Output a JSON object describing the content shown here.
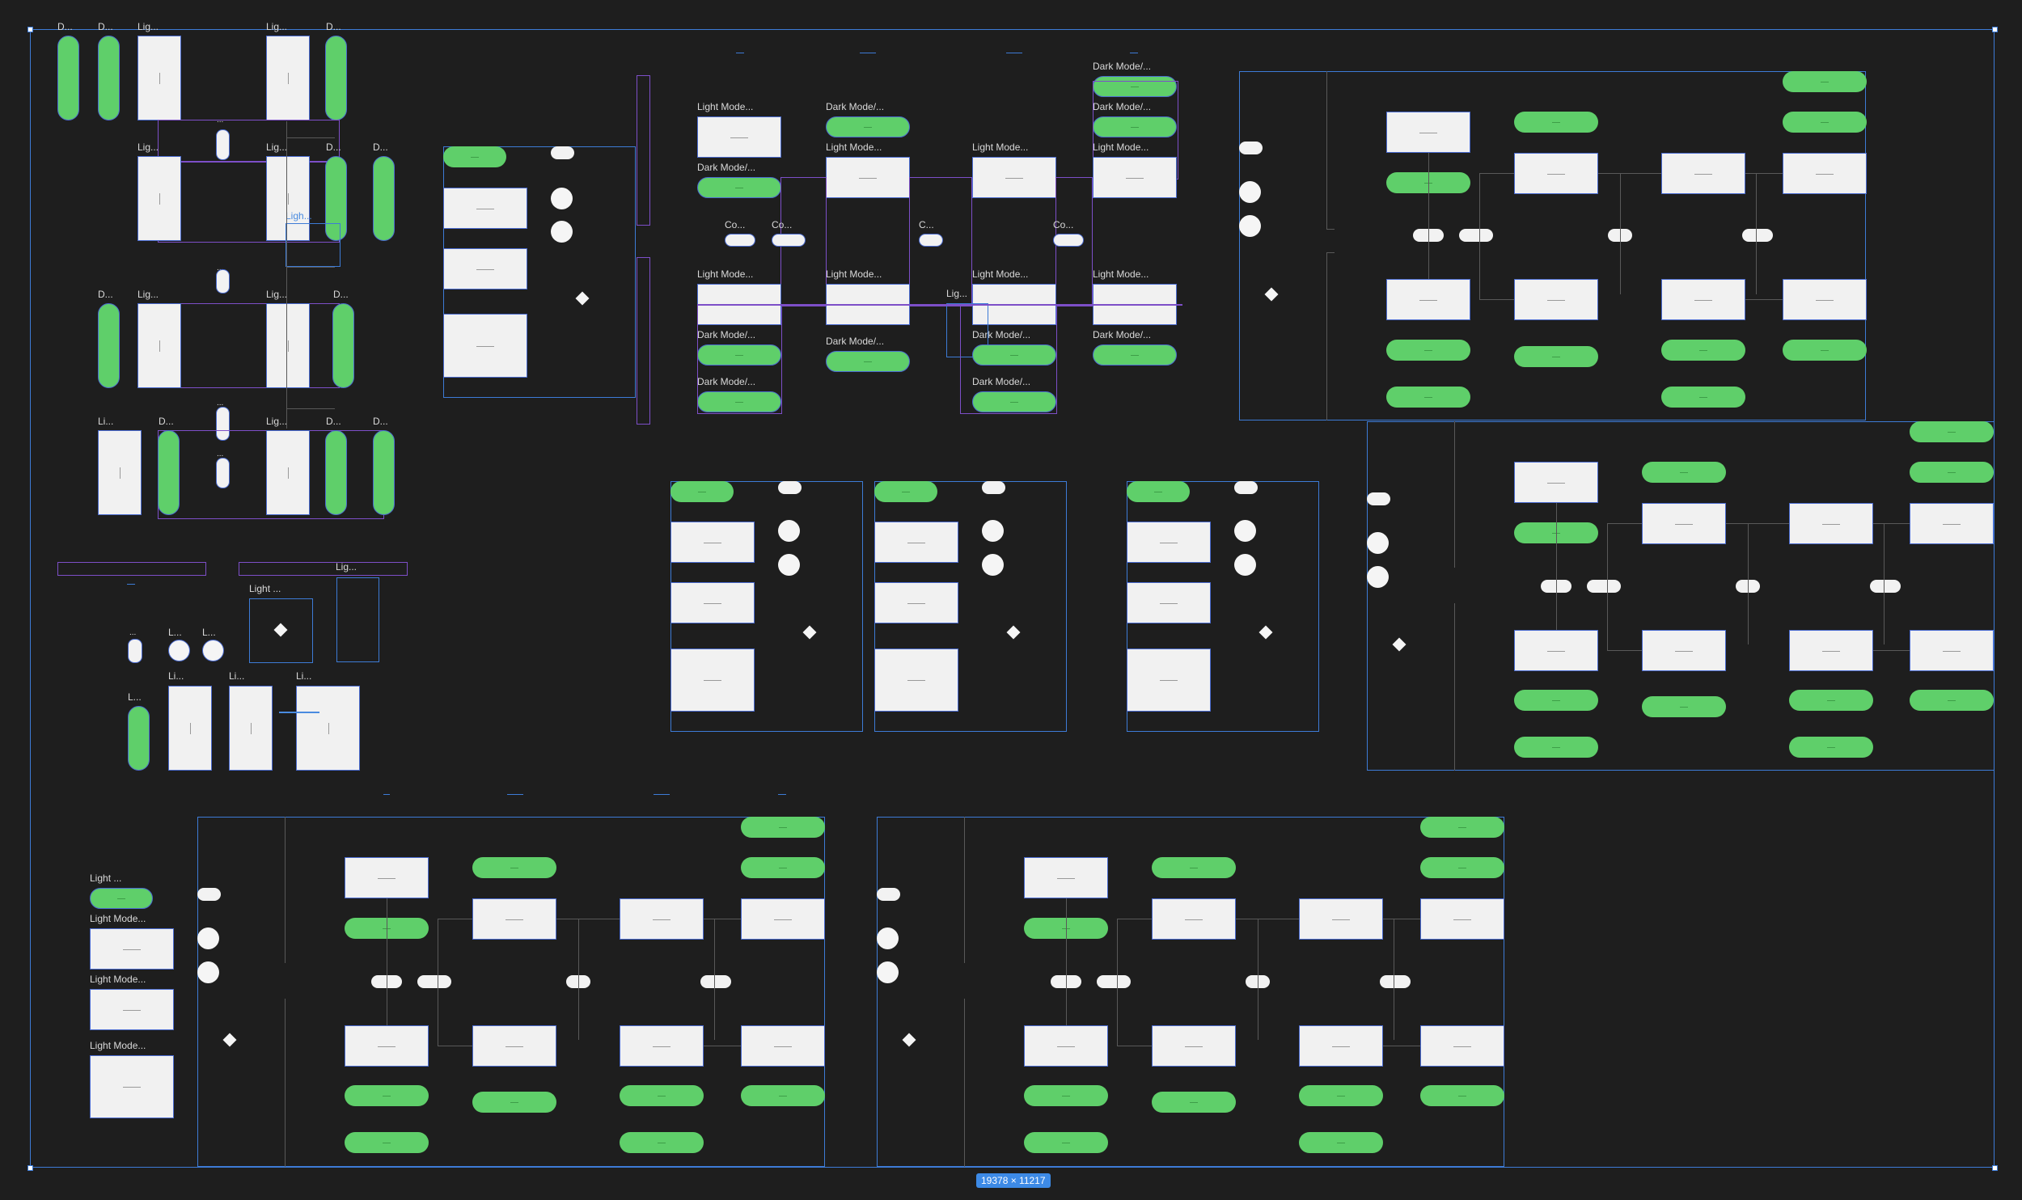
{
  "canvas": {
    "selection_size": "19378 × 11217"
  },
  "left_panel": {
    "labels": [
      "D...",
      "D...",
      "Lig...",
      "Lig...",
      "D...",
      "...",
      "Lig...",
      "Lig...",
      "D...",
      "D...",
      "Ligh...",
      "...",
      "D...",
      "Lig...",
      "Lig...",
      "D...",
      "...",
      "Li...",
      "D...",
      "...",
      "Lig...",
      "D...",
      "D..."
    ],
    "lower_labels": [
      "Lig...",
      "Light ...",
      "...",
      "...",
      "L...",
      "L...",
      "Li...",
      "Li...",
      "Li...",
      "L..."
    ]
  },
  "middle_top": {
    "labels": [
      "Dark Mode/...",
      "Dark Mode/...",
      "Light Mode...",
      "Dark Mode/...",
      "Light Mode...",
      "Light Mode...",
      "Light Mode...",
      "Dark Mode/...",
      "Co...",
      "Co...",
      "C...",
      "Co...",
      "Light Mode...",
      "Light Mode...",
      "Light Mode...",
      "Light Mode...",
      "Lig...",
      "Dark Mode/...",
      "Dark Mode/...",
      "Dark Mode/...",
      "Dark Mode/...",
      "Dark Mode/...",
      "Dark Mode/..."
    ]
  },
  "bottom_left_stack": {
    "labels": [
      "Light ...",
      "Light Mode...",
      "Light Mode...",
      "Light Mode..."
    ]
  },
  "colors": {
    "background": "#1e1e1e",
    "accent_green": "#5fcf6a",
    "frame_blue": "#3d7bd6",
    "group_purple": "#7d4fc8"
  }
}
